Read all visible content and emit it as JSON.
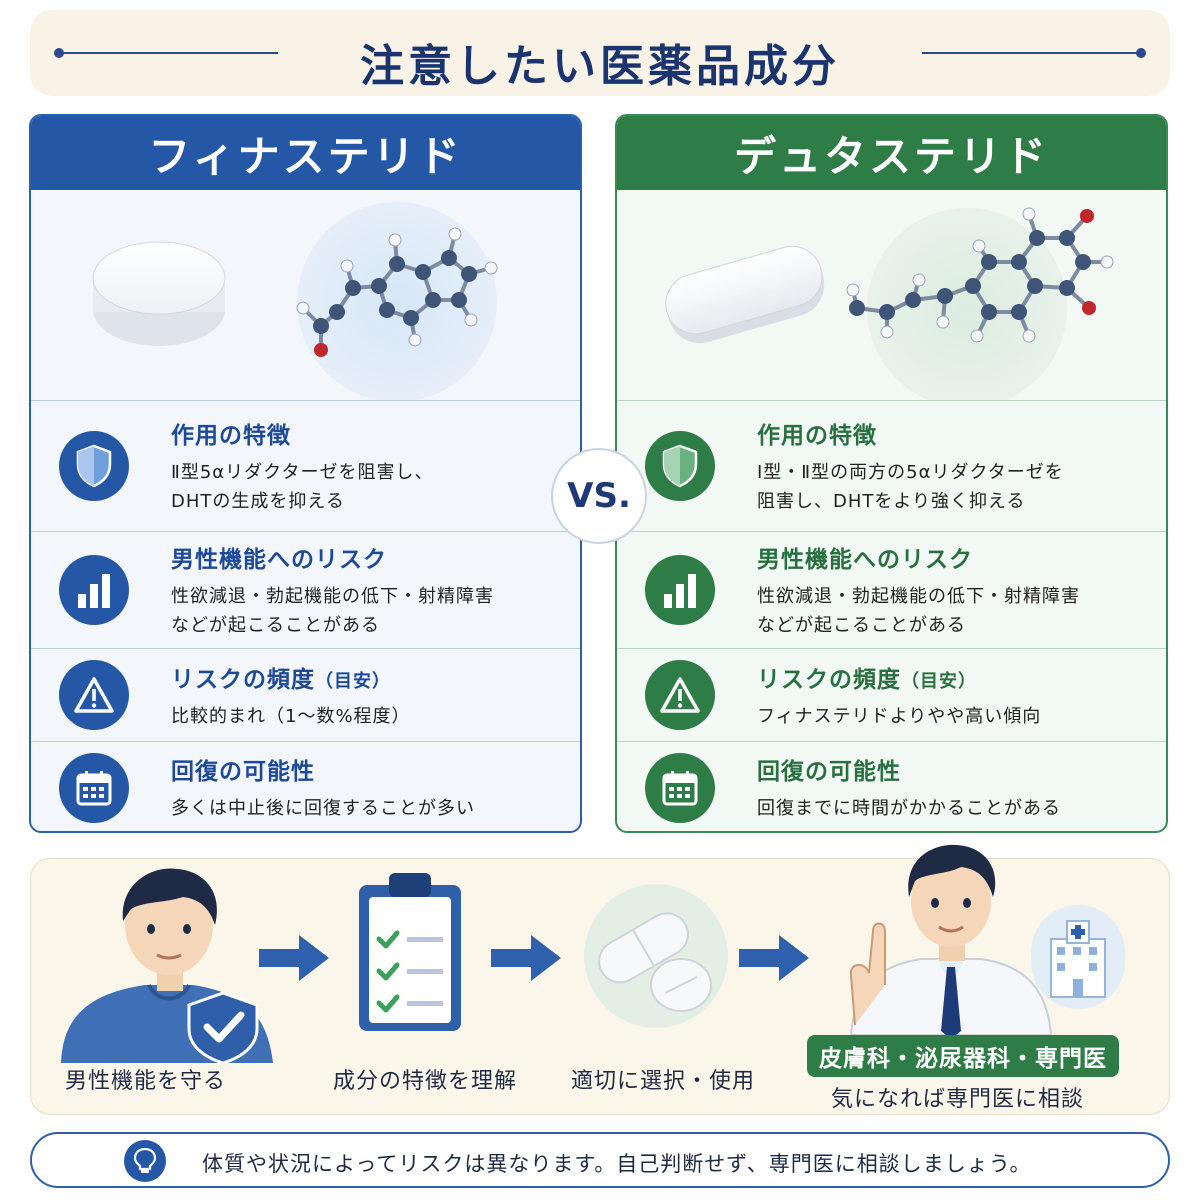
{
  "title": "注意したい医薬品成分",
  "vs_label": "VS.",
  "left_card": {
    "name": "フィナステリド",
    "color": "#2458a6",
    "rows": [
      {
        "heading": "作用の特徴",
        "heading_note": "",
        "body": [
          "Ⅱ型5αリダクターゼを阻害し、",
          "DHTの生成を抑える"
        ],
        "icon": "shield-icon"
      },
      {
        "heading": "男性機能へのリスク",
        "heading_note": "",
        "body": [
          "性欲減退・勃起機能の低下・射精障害",
          "などが起こることがある"
        ],
        "icon": "bar-chart-icon"
      },
      {
        "heading": "リスクの頻度",
        "heading_note": "（目安）",
        "body": [
          "比較的まれ（1〜数%程度）"
        ],
        "icon": "warning-icon"
      },
      {
        "heading": "回復の可能性",
        "heading_note": "",
        "body": [
          "多くは中止後に回復することが多い"
        ],
        "icon": "calendar-icon"
      }
    ]
  },
  "right_card": {
    "name": "デュタステリド",
    "color": "#2f7d46",
    "rows": [
      {
        "heading": "作用の特徴",
        "heading_note": "",
        "body": [
          "Ⅰ型・Ⅱ型の両方の5αリダクターゼを",
          "阻害し、DHTをより強く抑える"
        ],
        "icon": "shield-icon"
      },
      {
        "heading": "男性機能へのリスク",
        "heading_note": "",
        "body": [
          "性欲減退・勃起機能の低下・射精障害",
          "などが起こることがある"
        ],
        "icon": "bar-chart-icon"
      },
      {
        "heading": "リスクの頻度",
        "heading_note": "（目安）",
        "body": [
          "フィナステリドよりやや高い傾向"
        ],
        "icon": "warning-icon"
      },
      {
        "heading": "回復の可能性",
        "heading_note": "",
        "body": [
          "回復までに時間がかかることがある"
        ],
        "icon": "calendar-icon"
      }
    ]
  },
  "flow": {
    "steps": [
      {
        "label": "男性機能を守る",
        "icon": "man-with-shield-icon"
      },
      {
        "label": "成分の特徴を理解",
        "icon": "clipboard-checklist-icon"
      },
      {
        "label": "適切に選択・使用",
        "icon": "pills-icon"
      },
      {
        "label": "気になれば専門医に相談",
        "icon": "doctor-icon"
      }
    ],
    "specialist_badge": "皮膚科・泌尿器科・専門医"
  },
  "notice": {
    "icon": "lightbulb-icon",
    "text": "体質や状況によってリスクは異なります。自己判断せず、専門医に相談しましょう。"
  }
}
